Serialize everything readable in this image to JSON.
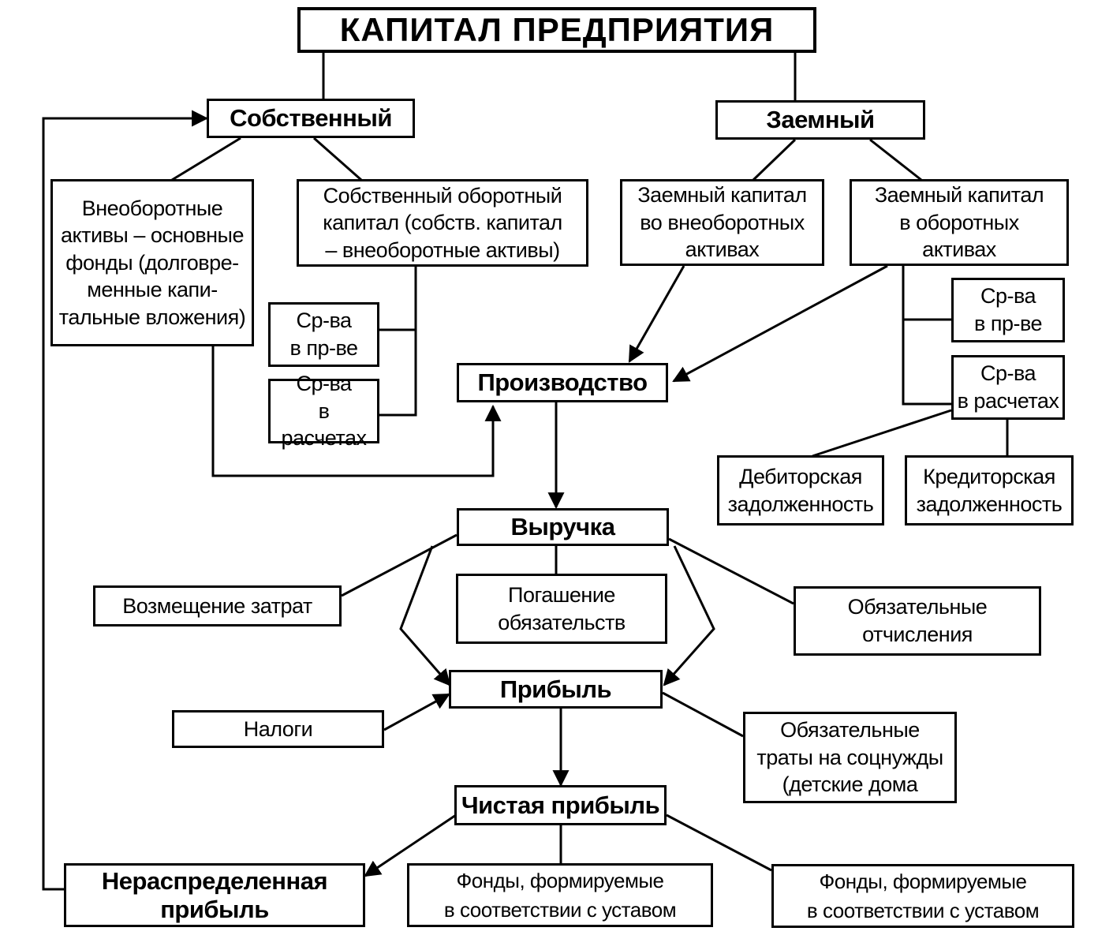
{
  "title": "КАПИТАЛ ПРЕДПРИЯТИЯ",
  "own": "Собственный",
  "borrowed": "Заемный",
  "noncurrent_assets": "Внеоборотные\nактивы – основные\nфонды (долговре-\nменные капи-\nтальные вложения)",
  "own_working_capital": "Собственный оборотный\nкапитал (собств. капитал\n– внеоборотные активы)",
  "own_funds_production": "Ср-ва\nв пр-ве",
  "own_funds_settlements": "Ср-ва\nв расчетах",
  "borrowed_noncurrent": "Заемный капитал\nво внеоборотных\nактивах",
  "borrowed_current": "Заемный капитал\nв оборотных\nактивах",
  "borrowed_funds_production": "Ср-ва\nв пр-ве",
  "borrowed_funds_settlements": "Ср-ва\nв расчетах",
  "receivables": "Дебиторская\nзадолженность",
  "payables": "Кредиторская\nзадолженность",
  "production": "Производство",
  "revenue": "Выручка",
  "cost_reimbursement": "Возмещение затрат",
  "obligation_repayment": "Погашение\nобязательств",
  "mandatory_deductions": "Обязательные\nотчисления",
  "profit": "Прибыль",
  "taxes": "Налоги",
  "social_expenses": "Обязательные\nтраты на соцнужды\n(детские дома",
  "net_profit": "Чистая прибыль",
  "retained_earnings": "Нераспределенная\nприбыль",
  "funds_1": "Фонды, формируемые\nв соответствии с уставом",
  "funds_2": "Фонды, формируемые\nв соответствии с уставом"
}
